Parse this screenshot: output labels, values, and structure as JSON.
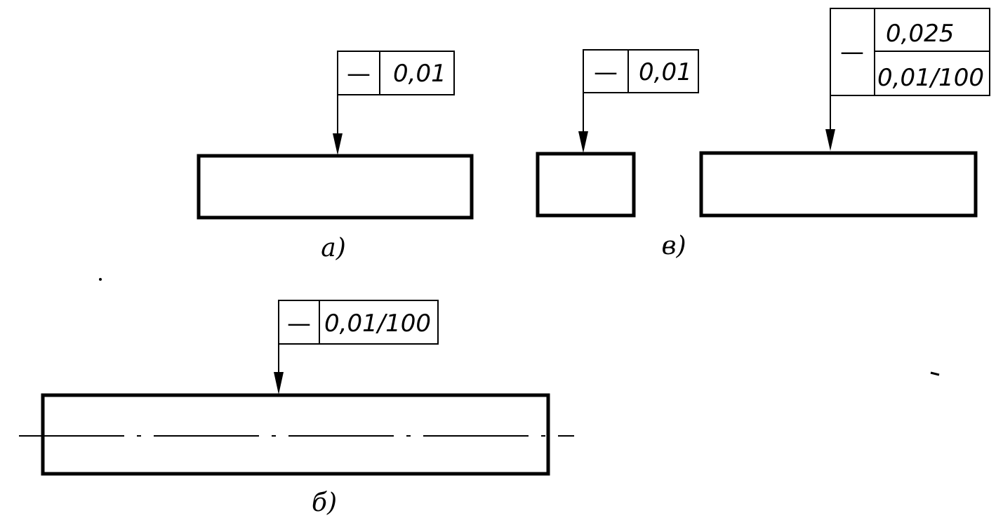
{
  "diagram": {
    "colors": {
      "ink": "#000000",
      "paper": "#ffffff"
    },
    "views": {
      "a": {
        "caption": "а)",
        "frame": {
          "symbol": "—",
          "tolerance": "0,01"
        }
      },
      "v": {
        "caption": "в)",
        "frame_small": {
          "symbol": "—",
          "tolerance": "0,01"
        },
        "frame_double": {
          "symbol": "—",
          "tolerance_top": "0,025",
          "tolerance_bottom": "0,01/100"
        }
      },
      "b": {
        "caption": "б)",
        "frame": {
          "symbol": "—",
          "tolerance": "0,01/100"
        }
      }
    }
  }
}
